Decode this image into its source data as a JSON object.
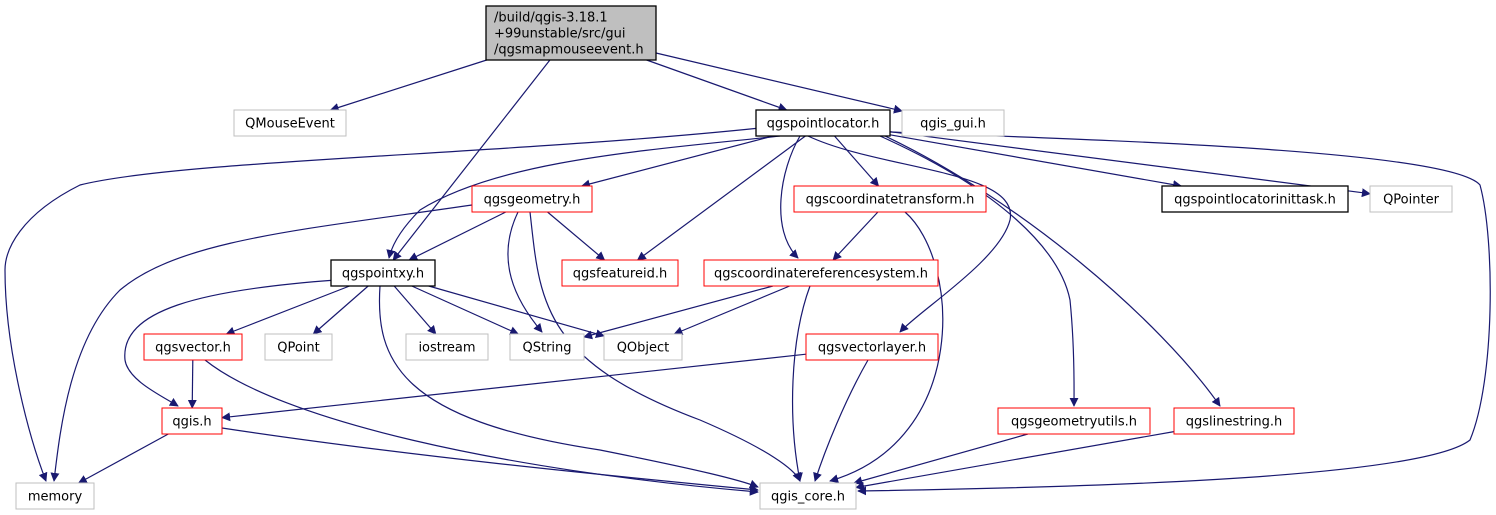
{
  "colors": {
    "edge": "#191970",
    "root_fill": "#bfbfbf",
    "border_documented": "#000000",
    "border_truncated": "#ff0000",
    "border_external": "#bfbfbf",
    "background": "#ffffff"
  },
  "nodes": [
    {
      "id": "root",
      "lines": [
        "/build/qgis-3.18.1",
        "+99unstable/src/gui",
        "/qgsmapmouseevent.h"
      ],
      "kind": "root"
    },
    {
      "id": "qmouseevent",
      "lines": [
        "QMouseEvent"
      ],
      "kind": "external"
    },
    {
      "id": "qgspointlocator",
      "lines": [
        "qgspointlocator.h"
      ],
      "kind": "documented"
    },
    {
      "id": "qgis_gui",
      "lines": [
        "qgis_gui.h"
      ],
      "kind": "external"
    },
    {
      "id": "qgsgeometry",
      "lines": [
        "qgsgeometry.h"
      ],
      "kind": "truncated"
    },
    {
      "id": "qgscoordinatetransform",
      "lines": [
        "qgscoordinatetransform.h"
      ],
      "kind": "truncated"
    },
    {
      "id": "qgspointlocatorinittask",
      "lines": [
        "qgspointlocatorinittask.h"
      ],
      "kind": "documented"
    },
    {
      "id": "qpointer",
      "lines": [
        "QPointer"
      ],
      "kind": "external"
    },
    {
      "id": "qgspointxy",
      "lines": [
        "qgspointxy.h"
      ],
      "kind": "documented"
    },
    {
      "id": "qgsfeatureid",
      "lines": [
        "qgsfeatureid.h"
      ],
      "kind": "truncated"
    },
    {
      "id": "qgscoordinatereferencesystem",
      "lines": [
        "qgscoordinatereferencesystem.h"
      ],
      "kind": "truncated"
    },
    {
      "id": "qgsvector",
      "lines": [
        "qgsvector.h"
      ],
      "kind": "truncated"
    },
    {
      "id": "qpoint",
      "lines": [
        "QPoint"
      ],
      "kind": "external"
    },
    {
      "id": "iostream",
      "lines": [
        "iostream"
      ],
      "kind": "external"
    },
    {
      "id": "qstring",
      "lines": [
        "QString"
      ],
      "kind": "external"
    },
    {
      "id": "qobject",
      "lines": [
        "QObject"
      ],
      "kind": "external"
    },
    {
      "id": "qgsvectorlayer",
      "lines": [
        "qgsvectorlayer.h"
      ],
      "kind": "truncated"
    },
    {
      "id": "qgis",
      "lines": [
        "qgis.h"
      ],
      "kind": "truncated"
    },
    {
      "id": "qgsgeometryutils",
      "lines": [
        "qgsgeometryutils.h"
      ],
      "kind": "truncated"
    },
    {
      "id": "qgslinestring",
      "lines": [
        "qgslinestring.h"
      ],
      "kind": "truncated"
    },
    {
      "id": "memory",
      "lines": [
        "memory"
      ],
      "kind": "external"
    },
    {
      "id": "qgis_core",
      "lines": [
        "qgis_core.h"
      ],
      "kind": "external"
    }
  ],
  "edges": [
    {
      "from": "root",
      "to": "qmouseevent"
    },
    {
      "from": "root",
      "to": "qgspointlocator"
    },
    {
      "from": "root",
      "to": "qgis_gui"
    },
    {
      "from": "root",
      "to": "qgspointxy"
    },
    {
      "from": "qgspointlocator",
      "to": "memory"
    },
    {
      "from": "qgspointlocator",
      "to": "qgspointxy"
    },
    {
      "from": "qgspointlocator",
      "to": "qgsgeometry"
    },
    {
      "from": "qgspointlocator",
      "to": "qgsfeatureid"
    },
    {
      "from": "qgspointlocator",
      "to": "qgscoordinatereferencesystem"
    },
    {
      "from": "qgspointlocator",
      "to": "qgscoordinatetransform"
    },
    {
      "from": "qgspointlocator",
      "to": "qgsvectorlayer"
    },
    {
      "from": "qgspointlocator",
      "to": "qgsgeometryutils"
    },
    {
      "from": "qgspointlocator",
      "to": "qgslinestring"
    },
    {
      "from": "qgspointlocator",
      "to": "qgspointlocatorinittask"
    },
    {
      "from": "qgspointlocator",
      "to": "qpointer"
    },
    {
      "from": "qgspointlocator",
      "to": "qgis_core"
    },
    {
      "from": "qgsgeometry",
      "to": "memory"
    },
    {
      "from": "qgsgeometry",
      "to": "qgspointxy"
    },
    {
      "from": "qgsgeometry",
      "to": "qgsfeatureid"
    },
    {
      "from": "qgsgeometry",
      "to": "qstring"
    },
    {
      "from": "qgsgeometry",
      "to": "qgis_core"
    },
    {
      "from": "qgscoordinatetransform",
      "to": "qgscoordinatereferencesystem"
    },
    {
      "from": "qgscoordinatetransform",
      "to": "qgis_core"
    },
    {
      "from": "qgspointxy",
      "to": "qgsvector"
    },
    {
      "from": "qgspointxy",
      "to": "qpoint"
    },
    {
      "from": "qgspointxy",
      "to": "iostream"
    },
    {
      "from": "qgspointxy",
      "to": "qstring"
    },
    {
      "from": "qgspointxy",
      "to": "qobject"
    },
    {
      "from": "qgspointxy",
      "to": "qgis"
    },
    {
      "from": "qgspointxy",
      "to": "qgis_core"
    },
    {
      "from": "qgscoordinatereferencesystem",
      "to": "qstring"
    },
    {
      "from": "qgscoordinatereferencesystem",
      "to": "qobject"
    },
    {
      "from": "qgscoordinatereferencesystem",
      "to": "qgis_core"
    },
    {
      "from": "qgsvector",
      "to": "qgis"
    },
    {
      "from": "qgsvector",
      "to": "qgis_core"
    },
    {
      "from": "qgsvectorlayer",
      "to": "qgis"
    },
    {
      "from": "qgsvectorlayer",
      "to": "qgis_core"
    },
    {
      "from": "qgis",
      "to": "memory"
    },
    {
      "from": "qgis",
      "to": "qgis_core"
    },
    {
      "from": "qgsgeometryutils",
      "to": "qgis_core"
    },
    {
      "from": "qgslinestring",
      "to": "qgis_core"
    }
  ]
}
